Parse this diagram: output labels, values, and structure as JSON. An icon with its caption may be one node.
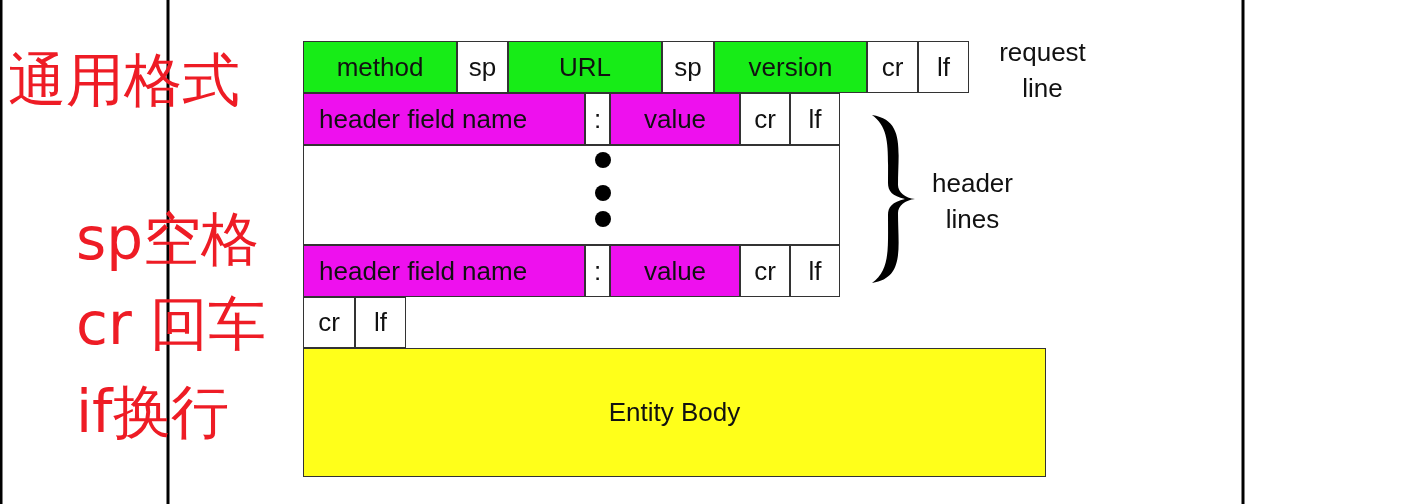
{
  "diagram": {
    "nodes": [
      {
        "text": [
          "method"
        ]
      },
      {
        "text": [
          "sp"
        ]
      },
      {
        "text": [
          "URL"
        ]
      },
      {
        "text": [
          "sp"
        ]
      },
      {
        "text": [
          "version"
        ]
      },
      {
        "text": [
          "cr"
        ]
      },
      {
        "text": [
          "lf"
        ]
      },
      {
        "text": [
          "header field name"
        ]
      },
      {
        "text": [
          ":"
        ]
      },
      {
        "text": [
          "value"
        ]
      },
      {
        "text": [
          "cr"
        ]
      },
      {
        "text": [
          "lf"
        ]
      },
      {
        "text": [],
        "shape": "box"
      },
      {
        "text": [
          "header field name"
        ]
      },
      {
        "text": [
          ":"
        ]
      },
      {
        "text": [
          "value"
        ]
      },
      {
        "text": [
          "cr"
        ]
      },
      {
        "text": [
          "lf"
        ]
      },
      {
        "text": [
          "cr"
        ]
      },
      {
        "text": [
          "lf"
        ]
      },
      {
        "text": [
          "Entity Body"
        ]
      }
    ],
    "edges": [],
    "labels": [
      "通用格式",
      "request line",
      "header lines",
      "sp空格",
      "cr 回车",
      "if换行"
    ]
  }
}
